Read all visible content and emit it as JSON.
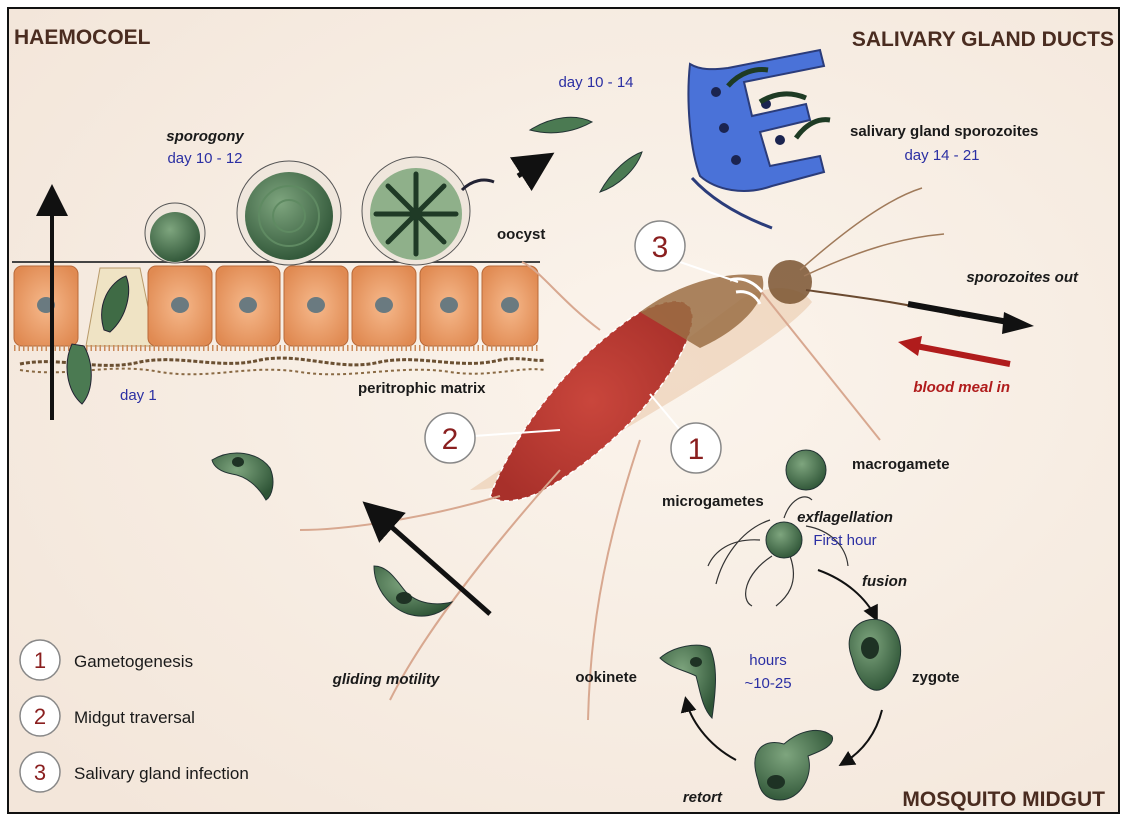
{
  "regions": {
    "haemocoel": "HAEMOCOEL",
    "salivary_gland_ducts": "SALIVARY GLAND DUCTS",
    "mosquito_midgut": "MOSQUITO MIDGUT"
  },
  "labels": {
    "sporogony": "sporogony",
    "sporogony_time": "day 10 - 12",
    "release_time": "day 10 - 14",
    "salivary_sporozoites": "salivary gland sporozoites",
    "salivary_time": "day 14 - 21",
    "oocyst": "oocyst",
    "sporozoites_out": "sporozoites out",
    "blood_meal_in": "blood meal in",
    "day1": "day 1",
    "peritrophic_matrix": "peritrophic matrix",
    "macrogamete": "macrogamete",
    "microgametes": "microgametes",
    "exflagellation": "exflagellation",
    "first_hour": "First hour",
    "fusion": "fusion",
    "zygote": "zygote",
    "ookinete": "ookinete",
    "hours": "hours",
    "hours_range": "~10-25",
    "retort": "retort",
    "gliding_motility": "gliding motility"
  },
  "markers": {
    "m1": "1",
    "m2": "2",
    "m3": "3"
  },
  "legend": [
    {
      "num": "1",
      "label": "Gametogenesis"
    },
    {
      "num": "2",
      "label": "Midgut traversal"
    },
    {
      "num": "3",
      "label": "Salivary gland infection"
    }
  ],
  "colors": {
    "region_text": "#4a2c20",
    "time_text": "#2b2fa3",
    "blood_arrow": "#b01c1c",
    "marker_number": "#8a1f1f",
    "parasite_green": "#3f6b45",
    "gland_blue": "#4a72d8",
    "epithelium": "#e89a63"
  }
}
